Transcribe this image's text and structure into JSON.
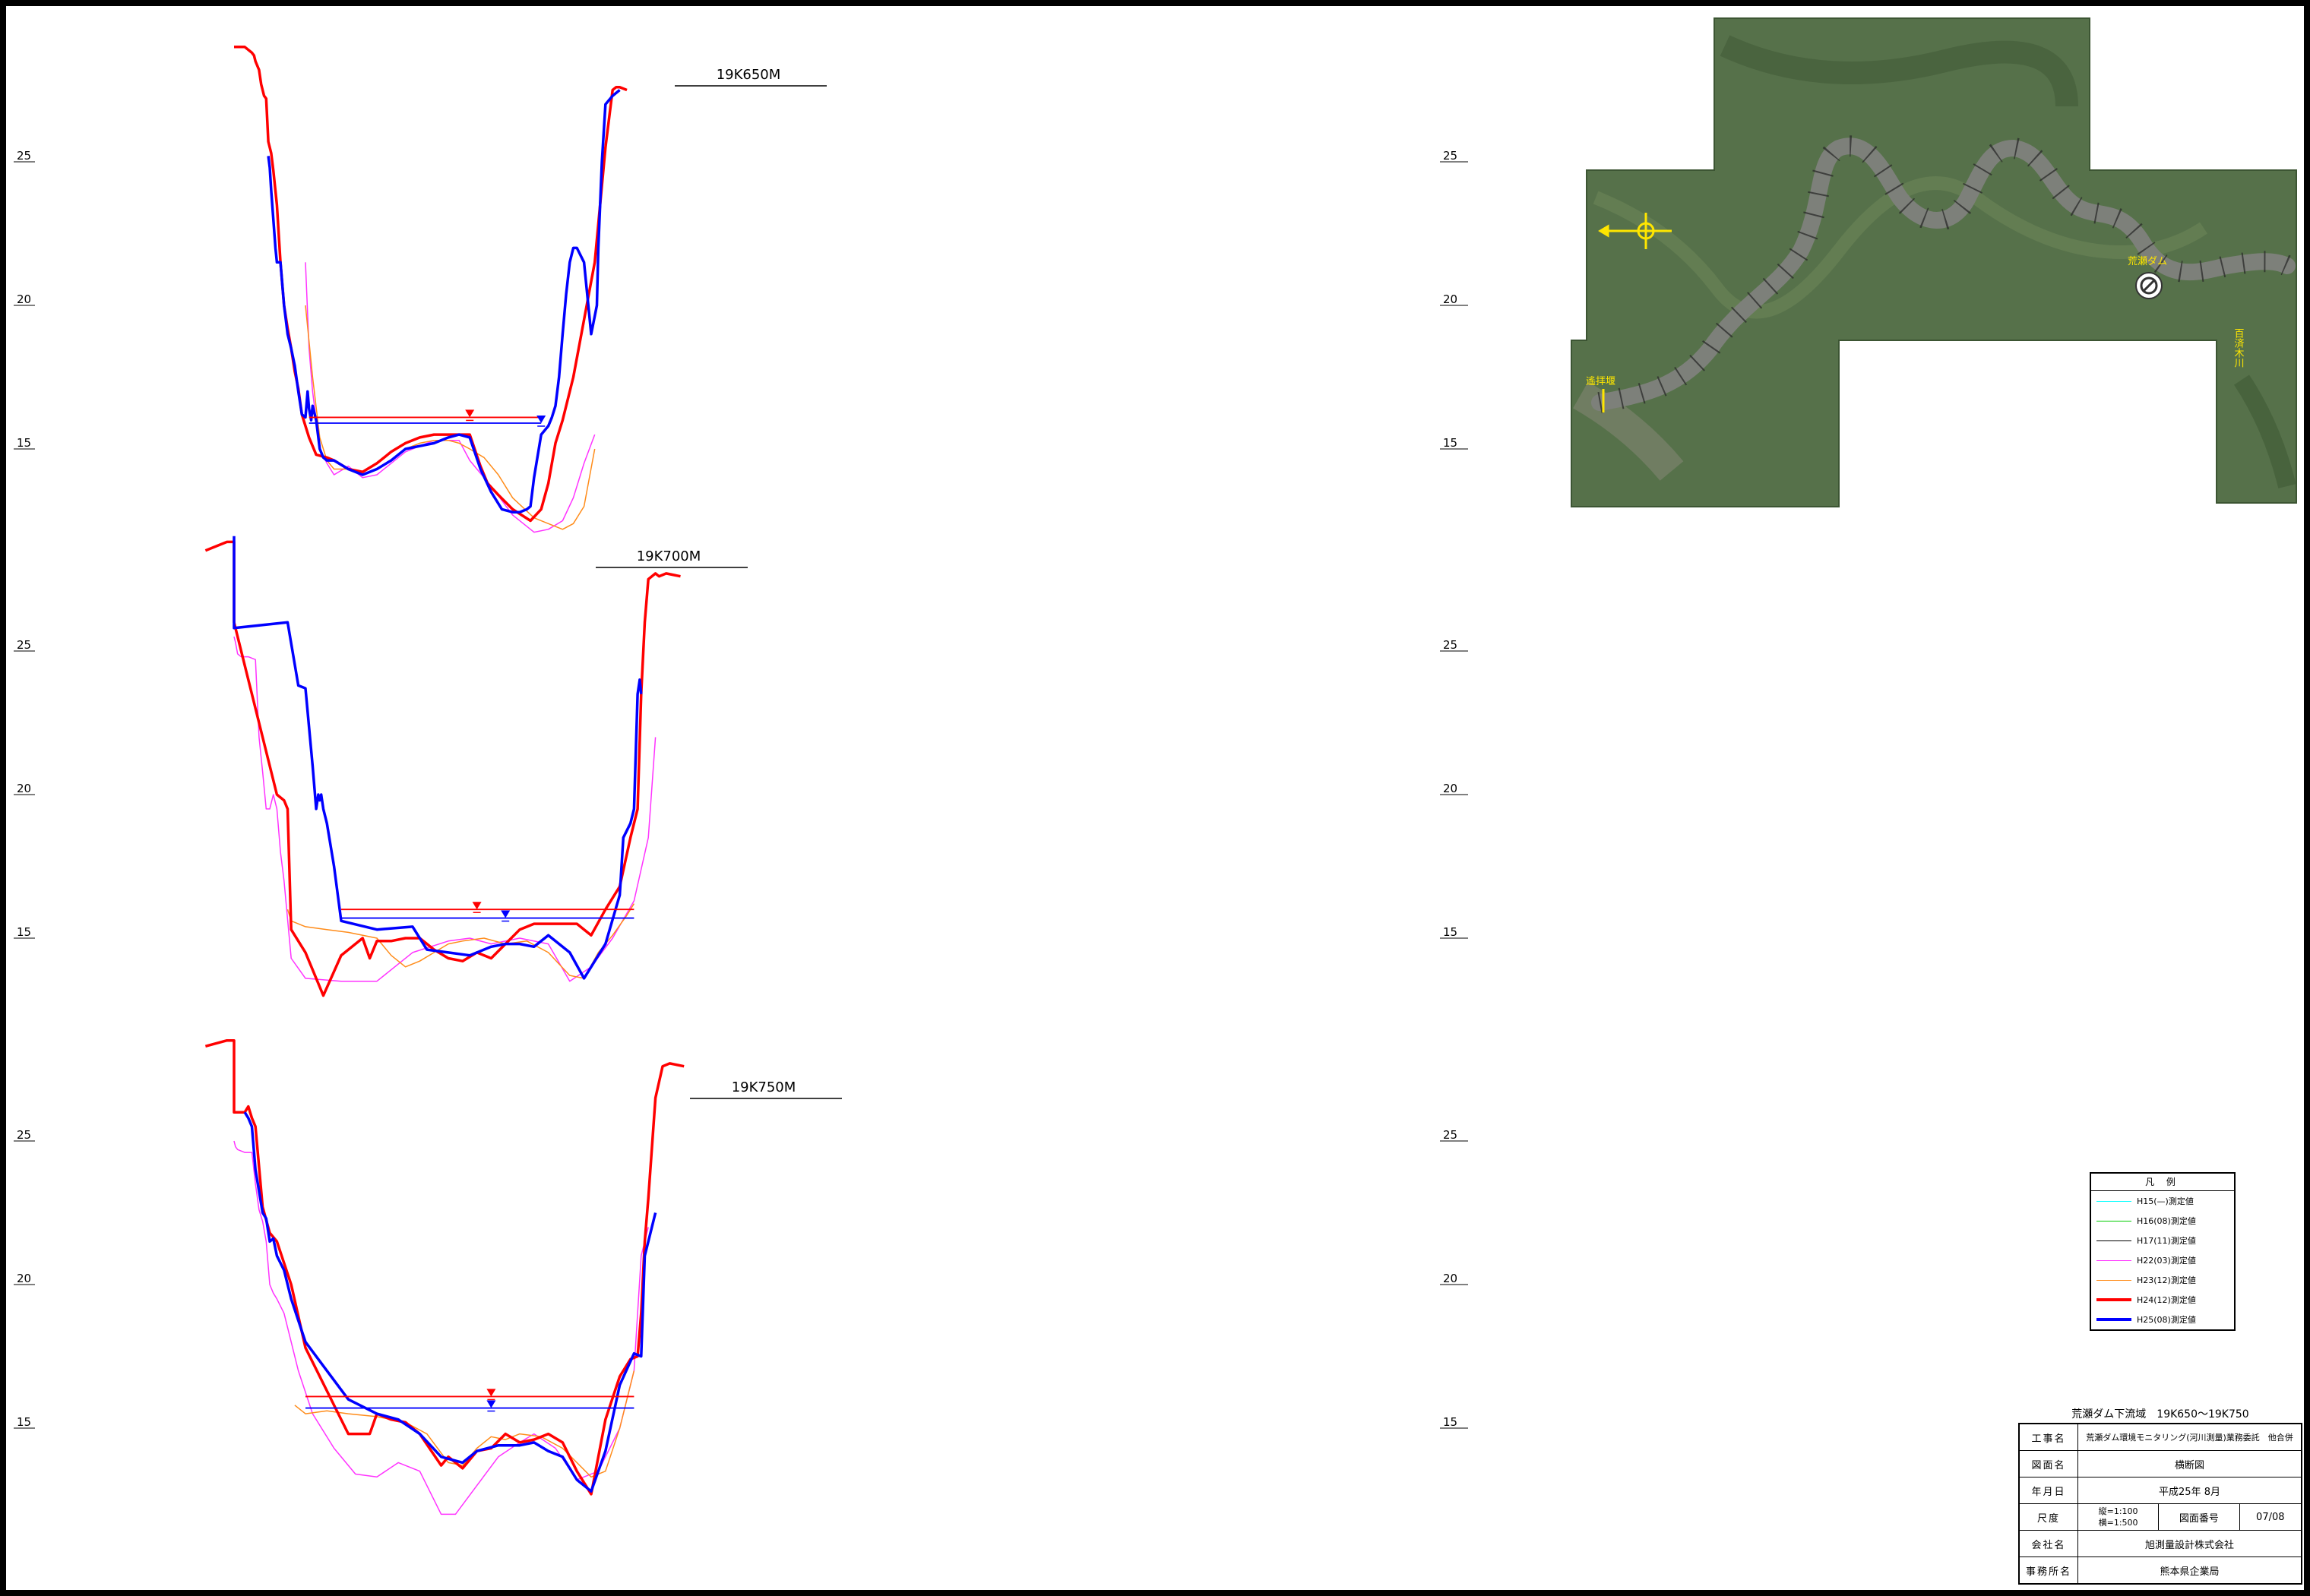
{
  "chart_data": [
    {
      "type": "line",
      "title": "19K650M",
      "xlabel": "",
      "ylabel": "",
      "ylim": [
        10,
        29
      ],
      "yticks": [
        25,
        20,
        15
      ],
      "series": [
        {
          "name": "H22(03)測定値",
          "color": "#ff33ff",
          "width": 1.5,
          "x": [
            100,
            105,
            110,
            120,
            130,
            140,
            160,
            180,
            200,
            220,
            240,
            260,
            280,
            300,
            315,
            330,
            360,
            390,
            420,
            440,
            460,
            475,
            490,
            505
          ],
          "y": [
            21.5,
            18.5,
            17.0,
            15.0,
            14.5,
            14.1,
            14.4,
            14.0,
            14.1,
            14.5,
            14.9,
            15.1,
            15.3,
            15.3,
            15.3,
            14.6,
            13.7,
            12.7,
            12.1,
            12.2,
            12.5,
            13.3,
            14.5,
            15.5
          ]
        },
        {
          "name": "H23(12)測定値",
          "color": "#ff8c1a",
          "width": 1.5,
          "x": [
            100,
            110,
            120,
            130,
            140,
            160,
            180,
            200,
            220,
            240,
            260,
            280,
            300,
            315,
            330,
            350,
            370,
            390,
            420,
            440,
            460,
            475,
            490,
            505
          ],
          "y": [
            20.0,
            17.5,
            15.4,
            14.6,
            14.3,
            14.3,
            14.1,
            14.3,
            14.6,
            15.0,
            15.2,
            15.3,
            15.3,
            15.2,
            15.0,
            14.7,
            14.1,
            13.3,
            12.6,
            12.4,
            12.2,
            12.4,
            13.0,
            15.0
          ]
        },
        {
          "name": "H24(12)測定値",
          "color": "#ff0000",
          "width": 3.5,
          "x": [
            0,
            15,
            25,
            28,
            30,
            35,
            38,
            40,
            42,
            45,
            48,
            50,
            52,
            55,
            60,
            65,
            70,
            75,
            80,
            85,
            90,
            95,
            100,
            105,
            110,
            115,
            130,
            140,
            160,
            180,
            200,
            220,
            240,
            260,
            280,
            300,
            315,
            330,
            345,
            355,
            370,
            390,
            415,
            430,
            440,
            450,
            460,
            475,
            490,
            505,
            520,
            530,
            535,
            540,
            550
          ],
          "y": [
            29.0,
            29.0,
            28.8,
            28.7,
            28.5,
            28.2,
            27.7,
            27.5,
            27.3,
            27.2,
            25.7,
            25.5,
            25.3,
            24.7,
            23.5,
            21.5,
            20.0,
            19.2,
            18.5,
            17.7,
            17.1,
            16.2,
            15.8,
            15.4,
            15.1,
            14.8,
            14.7,
            14.6,
            14.3,
            14.2,
            14.5,
            14.9,
            15.2,
            15.4,
            15.5,
            15.5,
            15.5,
            15.5,
            14.4,
            13.8,
            13.4,
            12.9,
            12.5,
            12.9,
            13.8,
            15.2,
            16.0,
            17.5,
            19.5,
            21.5,
            25.5,
            27.5,
            27.6,
            27.6,
            27.5
          ]
        },
        {
          "name": "H25(08)測定値",
          "color": "#0000ff",
          "width": 3.5,
          "x": [
            48,
            50,
            52,
            55,
            58,
            60,
            65,
            70,
            75,
            80,
            85,
            90,
            95,
            100,
            103,
            105,
            108,
            110,
            115,
            120,
            125,
            130,
            140,
            160,
            180,
            200,
            220,
            240,
            260,
            280,
            300,
            315,
            330,
            345,
            360,
            375,
            390,
            400,
            410,
            415,
            420,
            430,
            440,
            445,
            450,
            455,
            460,
            465,
            470,
            475,
            480,
            490,
            500,
            508,
            510,
            515,
            520,
            530,
            540
          ],
          "y": [
            25.2,
            24.8,
            24.0,
            23.0,
            22.0,
            21.5,
            21.5,
            20.0,
            19.0,
            18.5,
            17.9,
            17.0,
            16.2,
            16.1,
            17.0,
            16.4,
            16.0,
            16.5,
            16.0,
            15.0,
            14.7,
            14.6,
            14.6,
            14.3,
            14.1,
            14.3,
            14.6,
            15.0,
            15.1,
            15.2,
            15.4,
            15.5,
            15.4,
            14.3,
            13.5,
            12.9,
            12.8,
            12.8,
            12.9,
            13.0,
            14.0,
            15.5,
            15.8,
            16.1,
            16.5,
            17.5,
            19.0,
            20.4,
            21.5,
            22.0,
            22.0,
            21.5,
            19.0,
            20.0,
            22.0,
            25.0,
            27.0,
            27.3,
            27.5
          ]
        }
      ],
      "water_levels": [
        {
          "series": "H24(12)測定値",
          "color": "#ff0000",
          "value": 16.1,
          "x": [
            105,
            430
          ],
          "marker_x": 330
        },
        {
          "series": "H25(08)測定値",
          "color": "#0000ff",
          "value": 15.9,
          "x": [
            105,
            430
          ],
          "marker_x": 430
        }
      ]
    },
    {
      "type": "line",
      "title": "19K700M",
      "xlabel": "",
      "ylabel": "",
      "ylim": [
        10,
        29
      ],
      "yticks": [
        25,
        20,
        15
      ],
      "series": [
        {
          "name": "H22(03)測定値",
          "color": "#ff33ff",
          "width": 1.5,
          "x": [
            0,
            2,
            5,
            10,
            20,
            30,
            35,
            40,
            45,
            50,
            55,
            60,
            65,
            70,
            80,
            100,
            150,
            200,
            250,
            300,
            330,
            360,
            400,
            440,
            470,
            500,
            530,
            560,
            580,
            590
          ],
          "y": [
            25.5,
            25.3,
            24.9,
            24.8,
            24.8,
            24.7,
            22.0,
            20.8,
            19.5,
            19.5,
            20.0,
            19.5,
            18.0,
            17.0,
            14.3,
            13.6,
            13.5,
            13.5,
            14.5,
            14.9,
            15.0,
            14.8,
            15.0,
            14.8,
            13.5,
            14.0,
            15.0,
            16.3,
            18.5,
            22.0
          ]
        },
        {
          "name": "H23(12)測定値",
          "color": "#ff8c1a",
          "width": 1.5,
          "x": [
            75,
            80,
            100,
            130,
            160,
            200,
            220,
            240,
            260,
            280,
            300,
            320,
            350,
            380,
            410,
            440,
            470,
            490,
            510,
            530,
            550,
            560
          ],
          "y": [
            16.0,
            15.6,
            15.4,
            15.3,
            15.2,
            15.0,
            14.4,
            14.0,
            14.2,
            14.5,
            14.8,
            14.9,
            15.0,
            14.8,
            14.9,
            14.5,
            13.7,
            13.6,
            14.5,
            15.1,
            15.8,
            16.2
          ]
        },
        {
          "name": "H24(12)測定値",
          "color": "#ff0000",
          "width": 3.5,
          "x": [
            -40,
            -10,
            0,
            0,
            60,
            70,
            75,
            80,
            100,
            125,
            150,
            180,
            190,
            200,
            220,
            240,
            260,
            280,
            300,
            320,
            340,
            360,
            380,
            400,
            420,
            440,
            460,
            480,
            500,
            520,
            540,
            555,
            560,
            565,
            570,
            575,
            580,
            590,
            595,
            605,
            625
          ],
          "y": [
            28.5,
            28.8,
            28.8,
            26.0,
            20.0,
            19.8,
            19.5,
            15.3,
            14.5,
            13.0,
            14.4,
            15.0,
            14.3,
            14.9,
            14.9,
            15.0,
            15.0,
            14.6,
            14.3,
            14.2,
            14.5,
            14.3,
            14.8,
            15.3,
            15.5,
            15.5,
            15.5,
            15.5,
            15.1,
            16.0,
            16.8,
            18.5,
            19.0,
            19.5,
            23.5,
            26.0,
            27.5,
            27.7,
            27.6,
            27.7,
            27.6
          ]
        },
        {
          "name": "H25(08)測定値",
          "color": "#0000ff",
          "width": 3.5,
          "x": [
            0,
            0,
            75,
            90,
            100,
            110,
            115,
            118,
            120,
            122,
            125,
            130,
            140,
            150,
            200,
            250,
            270,
            300,
            330,
            360,
            380,
            400,
            420,
            440,
            470,
            490,
            520,
            540,
            545,
            555,
            560,
            565,
            568,
            570
          ],
          "y": [
            29.0,
            25.8,
            26.0,
            23.8,
            23.7,
            21.0,
            19.5,
            20.0,
            19.8,
            20.0,
            19.5,
            19.0,
            17.5,
            15.6,
            15.3,
            15.4,
            14.6,
            14.5,
            14.4,
            14.7,
            14.8,
            14.8,
            14.7,
            15.1,
            14.5,
            13.6,
            14.8,
            16.5,
            18.5,
            19.0,
            19.5,
            23.5,
            24.0,
            23.5
          ]
        }
      ],
      "water_levels": [
        {
          "series": "H24(12)測定値",
          "color": "#ff0000",
          "value": 16.0,
          "x": [
            150,
            560
          ],
          "marker_x": 340
        },
        {
          "series": "H25(08)測定値",
          "color": "#0000ff",
          "value": 15.7,
          "x": [
            150,
            560
          ],
          "marker_x": 380
        }
      ]
    },
    {
      "type": "line",
      "title": "19K750M",
      "xlabel": "",
      "ylabel": "",
      "ylim": [
        10,
        29
      ],
      "yticks": [
        25,
        20,
        15
      ],
      "series": [
        {
          "name": "H22(03)測定値",
          "color": "#ff33ff",
          "width": 1.5,
          "x": [
            0,
            2,
            5,
            15,
            25,
            30,
            35,
            40,
            45,
            50,
            55,
            60,
            70,
            90,
            110,
            140,
            170,
            200,
            230,
            260,
            290,
            310,
            340,
            370,
            400,
            420,
            450,
            480,
            510,
            540,
            560,
            570,
            580
          ],
          "y": [
            25.0,
            24.8,
            24.7,
            24.6,
            24.6,
            23.5,
            22.6,
            22.2,
            21.5,
            20.0,
            19.7,
            19.5,
            19.0,
            17.0,
            15.5,
            14.3,
            13.4,
            13.3,
            13.8,
            13.5,
            12.0,
            12.0,
            13.0,
            14.0,
            14.5,
            14.8,
            14.3,
            13.2,
            13.5,
            15.0,
            17.0,
            21.0,
            22.0
          ]
        },
        {
          "name": "H23(12)測定値",
          "color": "#ff8c1a",
          "width": 1.5,
          "x": [
            85,
            100,
            130,
            160,
            200,
            240,
            270,
            300,
            320,
            340,
            360,
            380,
            400,
            430,
            460,
            480,
            500,
            520,
            540,
            560
          ],
          "y": [
            15.8,
            15.5,
            15.6,
            15.5,
            15.4,
            15.2,
            14.8,
            13.8,
            13.7,
            14.3,
            14.7,
            14.6,
            14.8,
            14.7,
            14.3,
            13.8,
            13.3,
            13.5,
            15.0,
            17.0
          ]
        },
        {
          "name": "H24(12)測定値",
          "color": "#ff0000",
          "width": 3.5,
          "x": [
            -40,
            -10,
            0,
            0,
            15,
            20,
            25,
            30,
            40,
            50,
            60,
            80,
            100,
            130,
            160,
            190,
            200,
            220,
            240,
            260,
            290,
            300,
            320,
            340,
            360,
            380,
            400,
            420,
            440,
            460,
            480,
            500,
            520,
            540,
            555,
            565,
            570,
            575,
            580,
            590,
            600,
            610,
            630
          ],
          "y": [
            28.3,
            28.5,
            28.5,
            26.0,
            26.0,
            26.2,
            25.8,
            25.5,
            22.7,
            21.8,
            21.5,
            20.0,
            17.8,
            16.3,
            14.8,
            14.8,
            15.5,
            15.3,
            15.2,
            14.8,
            13.7,
            14.0,
            13.6,
            14.2,
            14.3,
            14.8,
            14.5,
            14.6,
            14.8,
            14.5,
            13.5,
            12.7,
            15.3,
            16.8,
            17.4,
            17.5,
            19.0,
            21.5,
            23.0,
            26.5,
            27.6,
            27.7,
            27.6
          ]
        },
        {
          "name": "H25(08)測定値",
          "color": "#0000ff",
          "width": 3.5,
          "x": [
            15,
            20,
            25,
            30,
            40,
            45,
            50,
            55,
            60,
            70,
            80,
            100,
            130,
            160,
            200,
            230,
            260,
            290,
            320,
            340,
            370,
            400,
            420,
            440,
            460,
            480,
            500,
            520,
            540,
            560,
            570,
            575,
            580,
            590
          ],
          "y": [
            26.0,
            25.8,
            25.5,
            24.0,
            22.5,
            22.3,
            21.5,
            21.6,
            21.0,
            20.5,
            19.5,
            18.0,
            17.0,
            16.0,
            15.5,
            15.3,
            14.8,
            14.0,
            13.8,
            14.2,
            14.4,
            14.4,
            14.5,
            14.2,
            14.0,
            13.2,
            12.8,
            14.2,
            16.5,
            17.6,
            17.5,
            21.0,
            21.5,
            22.5
          ]
        }
      ],
      "water_levels": [
        {
          "series": "H24(12)測定値",
          "color": "#ff0000",
          "value": 16.1,
          "x": [
            100,
            560
          ],
          "marker_x": 360
        },
        {
          "series": "H25(08)測定値",
          "color": "#0000ff",
          "value": 15.7,
          "x": [
            100,
            560
          ],
          "marker_x": 360
        }
      ]
    }
  ],
  "map": {
    "labels": [
      "荒瀬ダム",
      "百済木川",
      "遙拝堰"
    ],
    "colors": {
      "photo_base": "#4d6b3f",
      "river": "#7a7d76",
      "label": "#ffe600"
    }
  },
  "legend": {
    "header": "凡 例",
    "items": [
      {
        "label": "H15(—)測定値",
        "color": "#00ffff",
        "width": 1.5
      },
      {
        "label": "H16(08)測定値",
        "color": "#00cc00",
        "width": 1.5
      },
      {
        "label": "H17(11)測定値",
        "color": "#000000",
        "width": 1.5
      },
      {
        "label": "H22(03)測定値",
        "color": "#ff33ff",
        "width": 1.5
      },
      {
        "label": "H23(12)測定値",
        "color": "#ff8c1a",
        "width": 1.5
      },
      {
        "label": "H24(12)測定値",
        "color": "#ff0000",
        "width": 4
      },
      {
        "label": "H25(08)測定値",
        "color": "#0000ff",
        "width": 4
      }
    ]
  },
  "title_block": {
    "caption": "荒瀬ダム下流域　19K650〜19K750",
    "project_label": "工事名",
    "project_value": "荒瀬ダム環境モニタリング(河川測量)業務委託　他合併",
    "drawing_label": "図面名",
    "drawing_value": "横断図",
    "date_label": "年月日",
    "date_value": "平成25年 8月",
    "scale_label": "尺度",
    "scale_vertical": "縦=1:100",
    "scale_horizontal": "横=1:500",
    "number_label": "図面番号",
    "number_value": "07/08",
    "company_label": "会社名",
    "company_value": "旭測量設計株式会社",
    "office_label": "事務所名",
    "office_value": "熊本県企業局"
  }
}
